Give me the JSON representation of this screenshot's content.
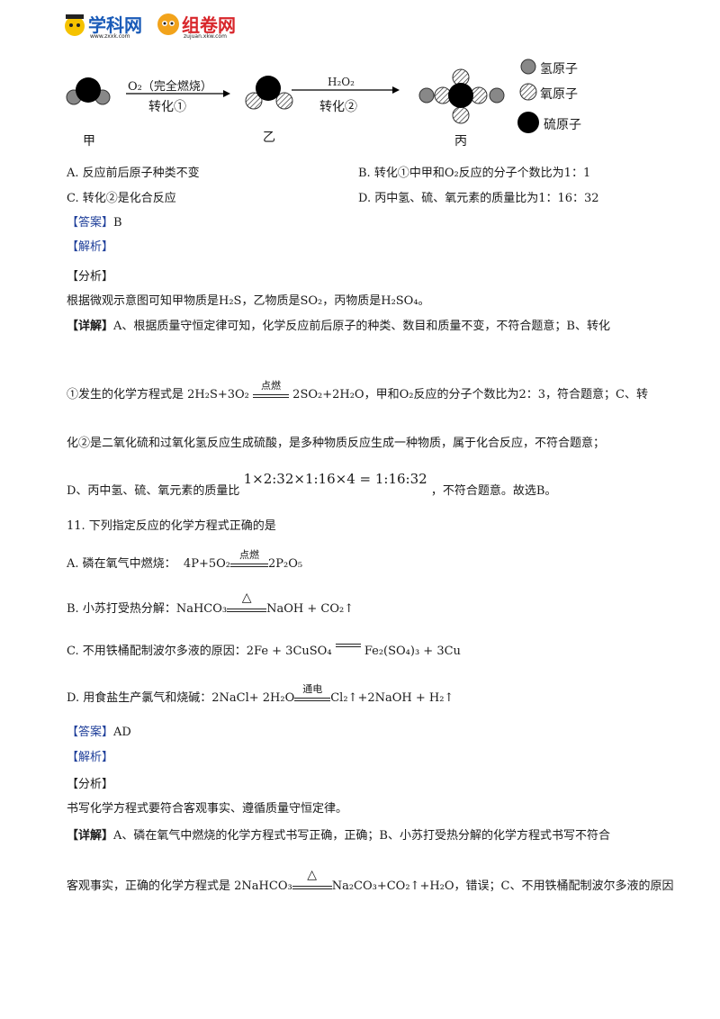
{
  "header": {
    "logo1_name": "学科网",
    "logo1_url": "www.zxxk.com",
    "logo2_name": "组卷网",
    "logo2_url": "zujuan.xkw.com"
  },
  "diagram": {
    "label_jia": "甲",
    "label_yi": "乙",
    "label_bing": "丙",
    "arrow1_top": "O₂（完全燃烧）",
    "arrow1_bottom": "转化①",
    "arrow2_top": "H₂O₂",
    "arrow2_bottom": "转化②",
    "legend": [
      "氢原子",
      "氧原子",
      "硫原子"
    ]
  },
  "q10": {
    "opt_a": "A.  反应前后原子种类不变",
    "opt_b": "B.  转化①中甲和O₂反应的分子个数比为1：1",
    "opt_c": "C.  转化②是化合反应",
    "opt_d": "D.  丙中氢、硫、氧元素的质量比为1：16：32",
    "answer_tag": "【答案】",
    "answer": "B",
    "jiexi": "【解析】",
    "fenxi": "【分析】",
    "analysis": "根据微观示意图可知甲物质是H₂S，乙物质是SO₂，丙物质是H₂SO₄。",
    "detail_tag": "【详解】",
    "detail_1": "A、根据质量守恒定律可知，化学反应前后原子的种类、数目和质量不变，不符合题意；B、转化",
    "detail_2a": "①发生的化学方程式是 2H₂S+3O₂",
    "detail_2_cond": "点燃",
    "detail_2b": "2SO₂+2H₂O，甲和O₂反应的分子个数比为2：3，符合题意；C、转",
    "detail_3": "化②是二氧化硫和过氧化氢反应生成硫酸，是多种物质反应生成一种物质，属于化合反应，不符合题意；",
    "detail_4a": "D、丙中氢、硫、氧元素的质量比",
    "detail_4_formula": "1×2:32×1:16×4 = 1:16:32",
    "detail_4b": "，不符合题意。故选B。"
  },
  "q11": {
    "stem": "11. 下列指定反应的化学方程式正确的是",
    "a_label": "A.  磷在氧气中燃烧：",
    "a_left": "4P+5O₂",
    "a_cond": "点燃",
    "a_right": "2P₂O₅",
    "b_label": "B.  小苏打受热分解：NaHCO₃",
    "b_cond": "△",
    "b_right": "NaOH  +  CO₂↑",
    "c_label": "C.  不用铁桶配制波尔多液的原因：2Fe + 3CuSO₄",
    "c_right": "Fe₂(SO₄)₃  +  3Cu",
    "d_label": "D.  用食盐生产氯气和烧碱：2NaCl+  2H₂O",
    "d_cond": "通电",
    "d_right": "Cl₂↑+2NaOH  + H₂↑",
    "answer_tag": "【答案】",
    "answer": "AD",
    "jiexi": "【解析】",
    "fenxi": "【分析】",
    "analysis": "书写化学方程式要符合客观事实、遵循质量守恒定律。",
    "detail_tag": "【详解】",
    "detail_1": "A、磷在氧气中燃烧的化学方程式书写正确，正确；B、小苏打受热分解的化学方程式书写不符合",
    "detail_2a": "客观事实，正确的化学方程式是 2NaHCO₃",
    "detail_2_cond": "△",
    "detail_2b": "Na₂CO₃+CO₂↑+H₂O，错误；C、不用铁桶配制波尔多液的原因"
  },
  "colors": {
    "answer_blue": "#1f3f9a",
    "logo_blue": "#1a5bb8",
    "logo_red": "#d8262b"
  }
}
